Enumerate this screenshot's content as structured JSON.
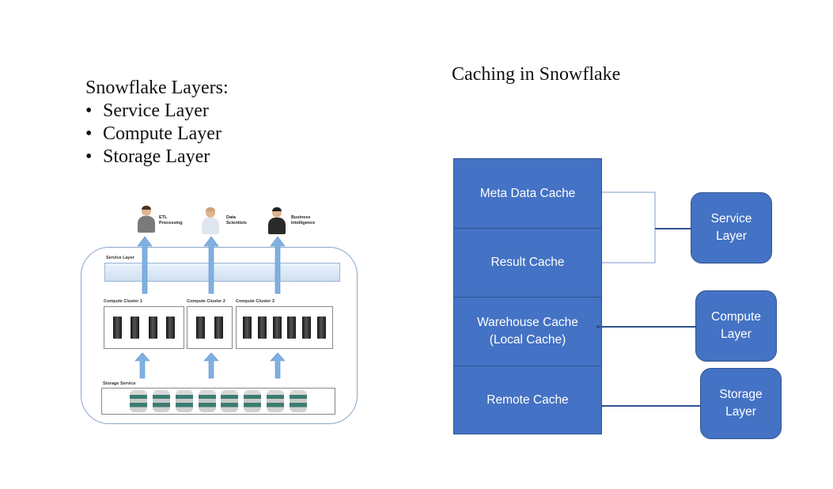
{
  "left": {
    "heading": "Snowflake Layers:",
    "bullets": [
      "Service Layer",
      "Compute Layer",
      "Storage Layer"
    ]
  },
  "architecture": {
    "users": [
      {
        "line1": "ETL",
        "line2": "Processing"
      },
      {
        "line1": "Data",
        "line2": "Scientists"
      },
      {
        "line1": "Business",
        "line2": "Intelligence"
      }
    ],
    "service_label": "Service Layer",
    "clusters": [
      "Compute Cluster 1",
      "Compute Cluster 2",
      "Compute Cluster 3"
    ],
    "storage_label": "Storage Service"
  },
  "caching": {
    "title": "Caching in Snowflake",
    "caches": [
      "Meta Data Cache",
      "Result Cache",
      "Warehouse Cache\n(Local Cache)",
      "Remote Cache"
    ],
    "layers": [
      "Service\nLayer",
      "Compute\nLayer",
      "Storage\nLayer"
    ]
  },
  "colors": {
    "box_fill": "#4472c4",
    "box_border": "#2f528f",
    "connector": "#2f528f",
    "arrow": "#7fb0e0"
  }
}
